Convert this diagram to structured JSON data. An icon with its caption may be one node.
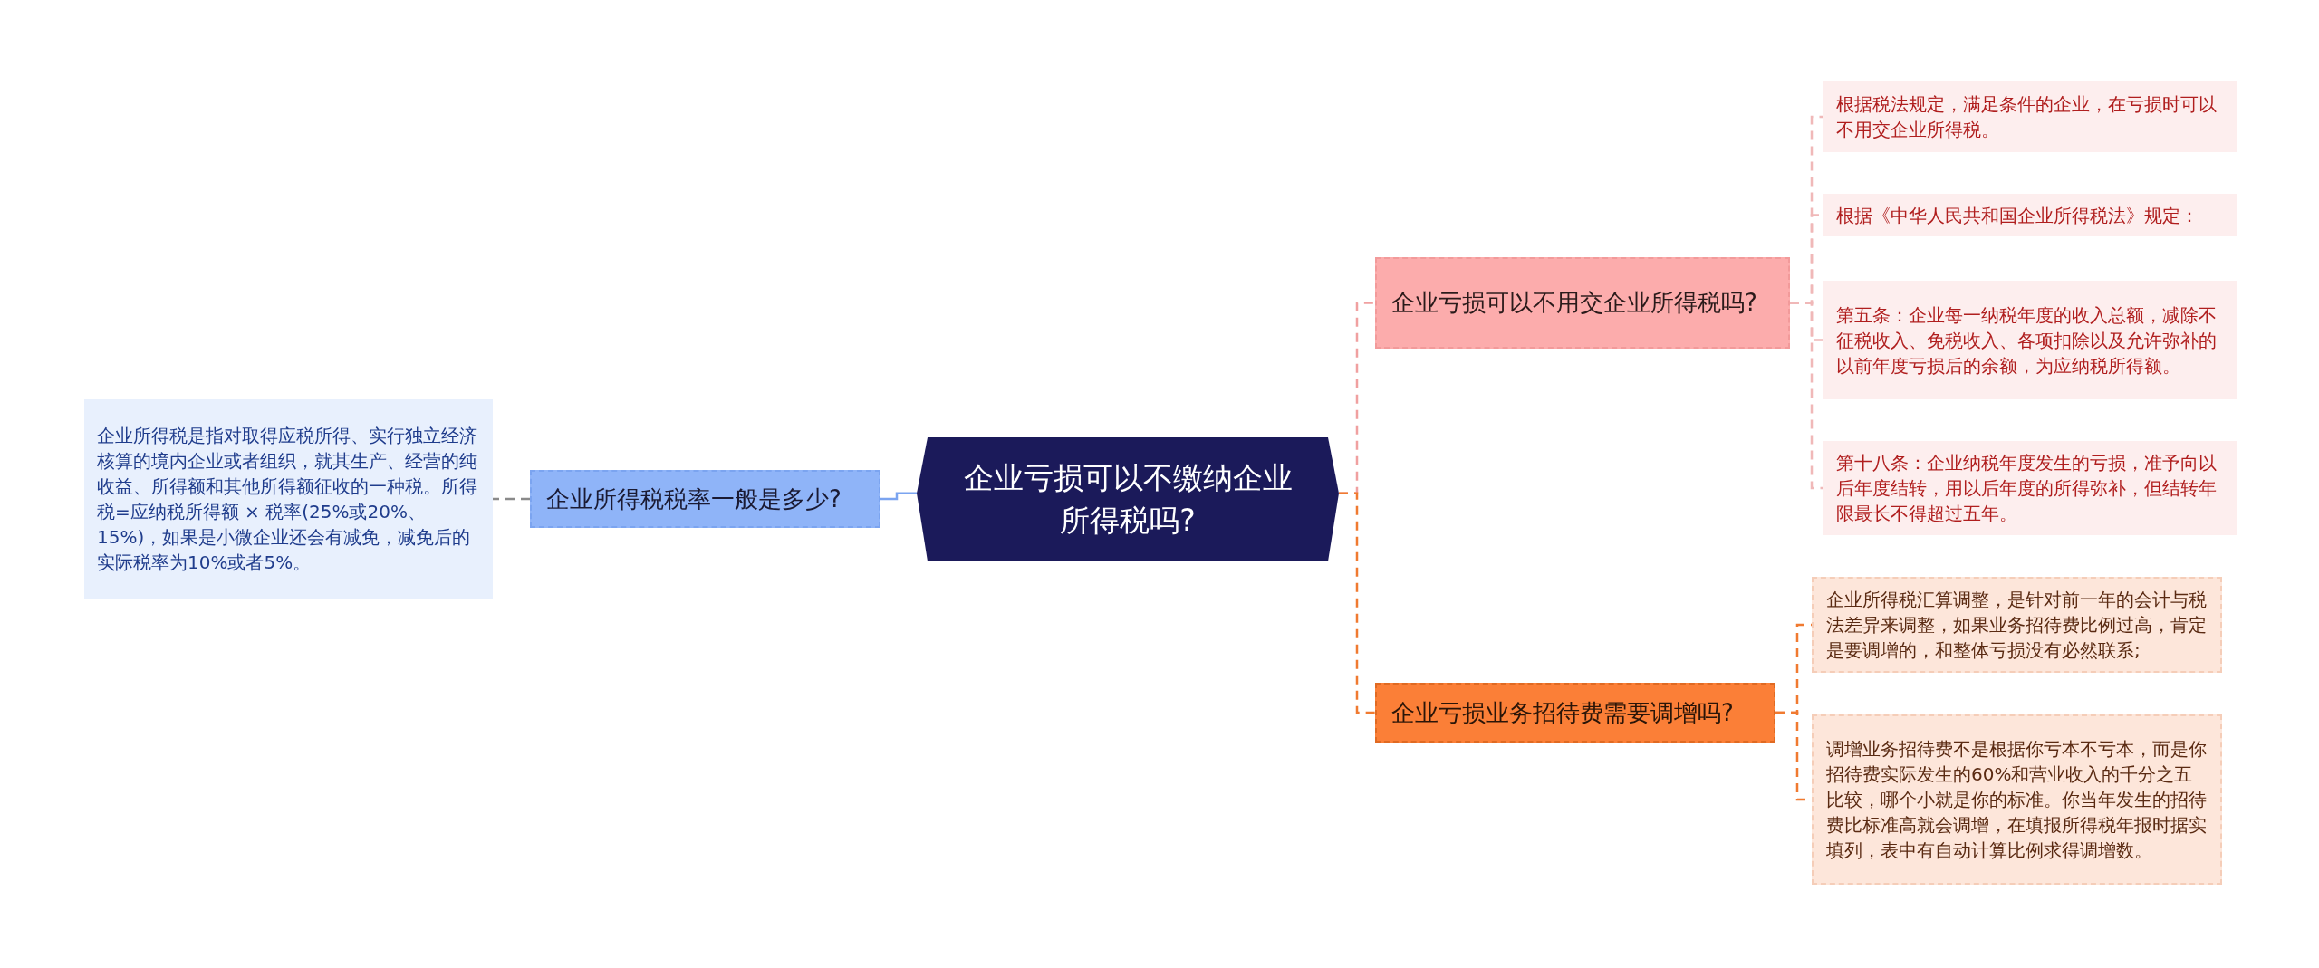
{
  "diagram": {
    "nodes": [
      {
        "text": [
          "企业亏损可以不缴纳企业所得税吗?"
        ]
      },
      {
        "text": [
          "企业所得税税率一般是多少?"
        ]
      },
      {
        "text": [
          "企业所得税是指对取得应税所得、实行独立经济核算的境内企业或者组织，就其生产、经营的纯收益、所得额和其他所得额征收的一种税。所得税=应纳税所得额 × 税率(25%或20%、15%)，如果是小微企业还会有减免，减免后的实际税率为10%或者5%。"
        ]
      },
      {
        "text": [
          "企业亏损可以不用交企业所得税吗?"
        ]
      },
      {
        "text": [
          "根据税法规定，满足条件的企业，在亏损时可以不用交企业所得税。"
        ]
      },
      {
        "text": [
          "根据《中华人民共和国企业所得税法》规定："
        ]
      },
      {
        "text": [
          "第五条：企业每一纳税年度的收入总额，减除不征税收入、免税收入、各项扣除以及允许弥补的以前年度亏损后的余额，为应纳税所得额。"
        ]
      },
      {
        "text": [
          "第十八条：企业纳税年度发生的亏损，准予向以后年度结转，用以后年度的所得弥补，但结转年限最长不得超过五年。"
        ]
      },
      {
        "text": [
          "企业亏损业务招待费需要调增吗?"
        ]
      },
      {
        "text": [
          "企业所得税汇算调整，是针对前一年的会计与税法差异来调整，如果业务招待费比例过高，肯定是要调增的，和整体亏损没有必然联系;"
        ]
      },
      {
        "text": [
          "调增业务招待费不是根据你亏本不亏本，而是你招待费实际发生的60%和营业收入的千分之五比较，哪个小就是你的标准。你当年发生的招待费比标准高就会调增，在填报所得税年报时据实填列，表中有自动计算比例求得调增数。"
        ]
      }
    ],
    "edges": [
      {
        "from": 0,
        "to": 1,
        "arrow": "none",
        "color": "#7ba4f0"
      },
      {
        "from": 1,
        "to": 2,
        "arrow": "none",
        "style": "dashed",
        "color": "#8a8a8a"
      },
      {
        "from": 0,
        "to": 3,
        "arrow": "none",
        "style": "dashed",
        "color": "#f0a0a0"
      },
      {
        "from": 3,
        "to": 4,
        "arrow": "none",
        "style": "dashed",
        "color": "#f0b8b8"
      },
      {
        "from": 3,
        "to": 5,
        "arrow": "none",
        "style": "dashed",
        "color": "#f0b8b8"
      },
      {
        "from": 3,
        "to": 6,
        "arrow": "none",
        "style": "dashed",
        "color": "#f0b8b8"
      },
      {
        "from": 3,
        "to": 7,
        "arrow": "none",
        "style": "dashed",
        "color": "#f0b8b8"
      },
      {
        "from": 0,
        "to": 8,
        "arrow": "none",
        "style": "dashed",
        "color": "#f07a30"
      },
      {
        "from": 8,
        "to": 9,
        "arrow": "none",
        "style": "dashed",
        "color": "#f07a30"
      },
      {
        "from": 8,
        "to": 10,
        "arrow": "none",
        "style": "dashed",
        "color": "#f07a30"
      }
    ]
  }
}
